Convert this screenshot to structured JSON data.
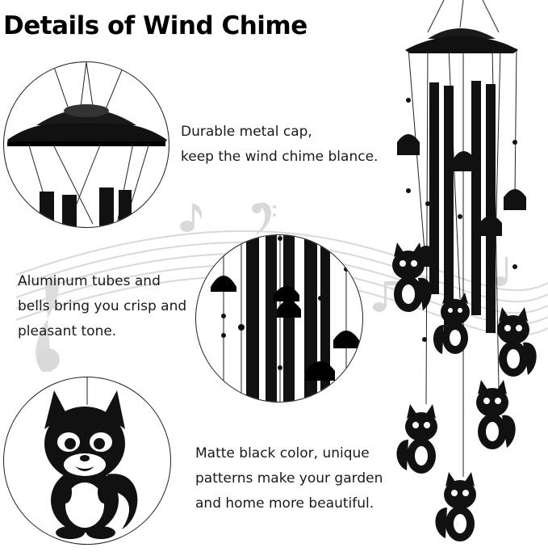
{
  "title": "Details of Wind Chime",
  "captions": {
    "cap1": [
      "Durable metal cap,",
      "keep the wind chime blance."
    ],
    "cap2": [
      "Aluminum tubes and",
      "bells bring you crisp and",
      "pleasant tone."
    ],
    "cap3": [
      "Matte black color, unique",
      "patterns make your garden",
      "and home more beautiful."
    ]
  },
  "colors": {
    "product": "#111111",
    "music_notes": "#d9d9d9",
    "text": "#1a1a1a",
    "background": "#ffffff"
  }
}
